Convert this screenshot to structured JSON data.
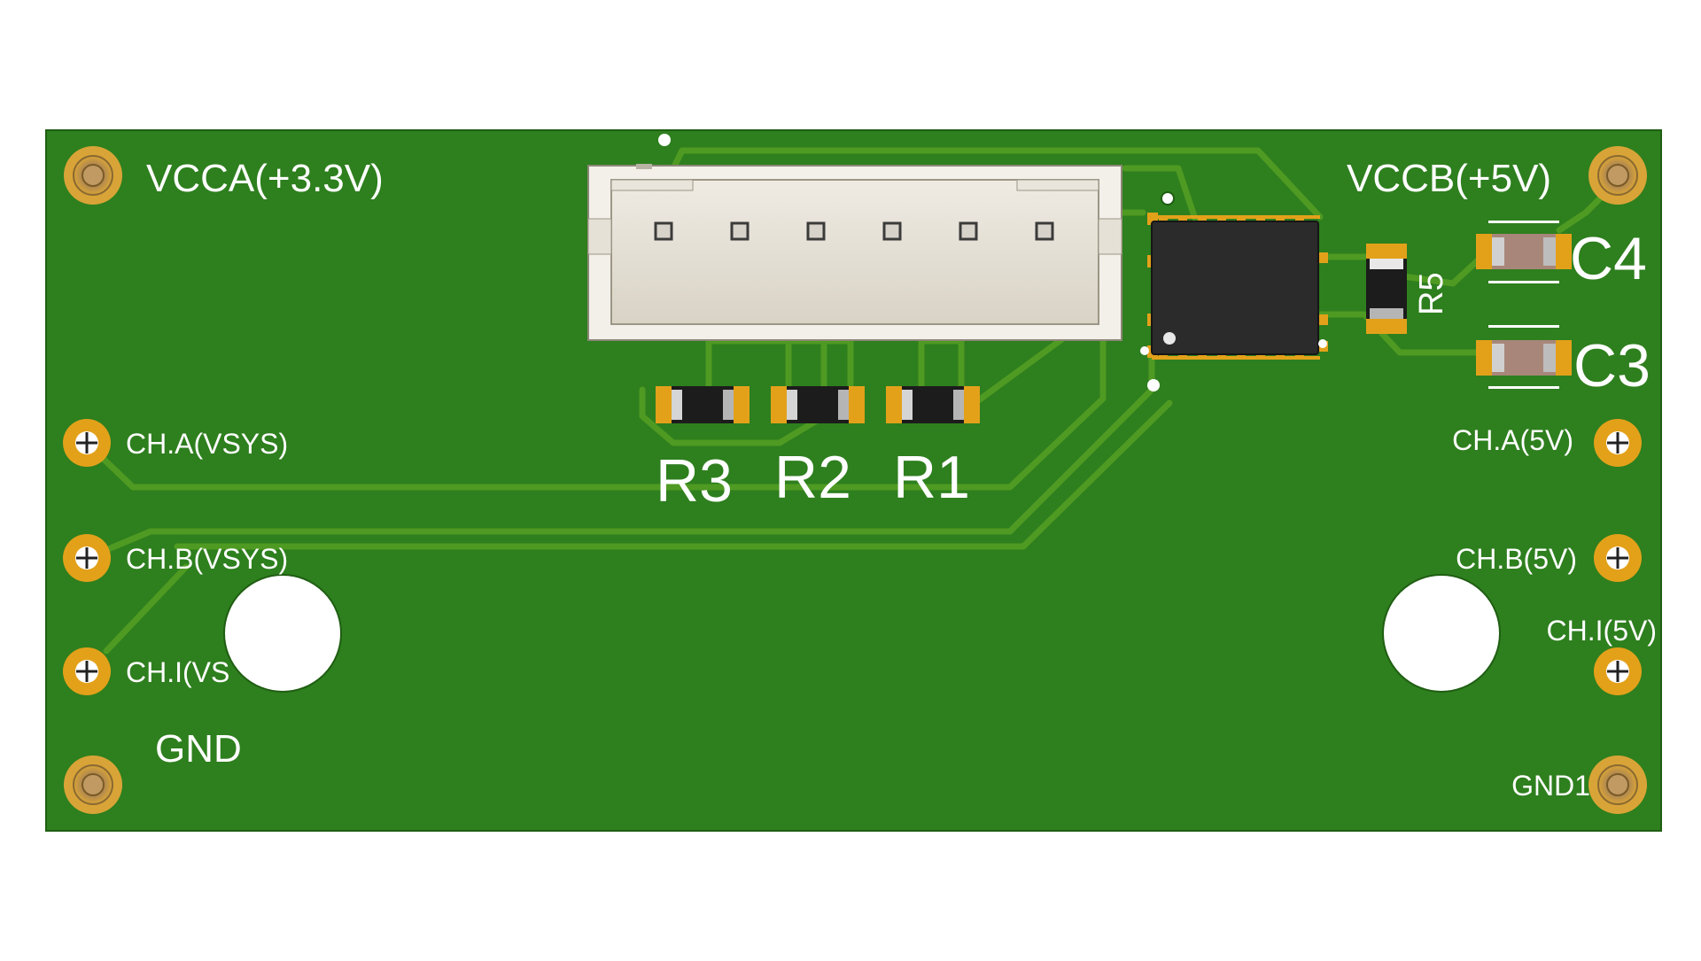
{
  "board": {
    "colors": {
      "background": "#ffffff",
      "pcb": "#2e7f1e",
      "trace": "#4f9a22",
      "silkscreen": "#ffffff",
      "pad": "#e3a11a",
      "chip": "#2b2b2b",
      "connector": "#e6e1d6",
      "resistor_body": "#1c1c1c",
      "capacitor_body": "#a8877a"
    },
    "labels": {
      "vcca": "VCCA(+3.3V)",
      "vccb": "VCCB(+5V)",
      "ch_a_vsys": "CH.A(VSYS)",
      "ch_b_vsys": "CH.B(VSYS)",
      "ch_i_vsys": "CH.I(VS",
      "gnd": "GND",
      "ch_a_5v": "CH.A(5V)",
      "ch_b_5v": "CH.B(5V)",
      "ch_i_5v": "CH.I(5V)",
      "gnd1": "GND1"
    },
    "components": {
      "r1": "R1",
      "r2": "R2",
      "r3": "R3",
      "r5": "R5",
      "c3": "C3",
      "c4": "C4"
    }
  }
}
